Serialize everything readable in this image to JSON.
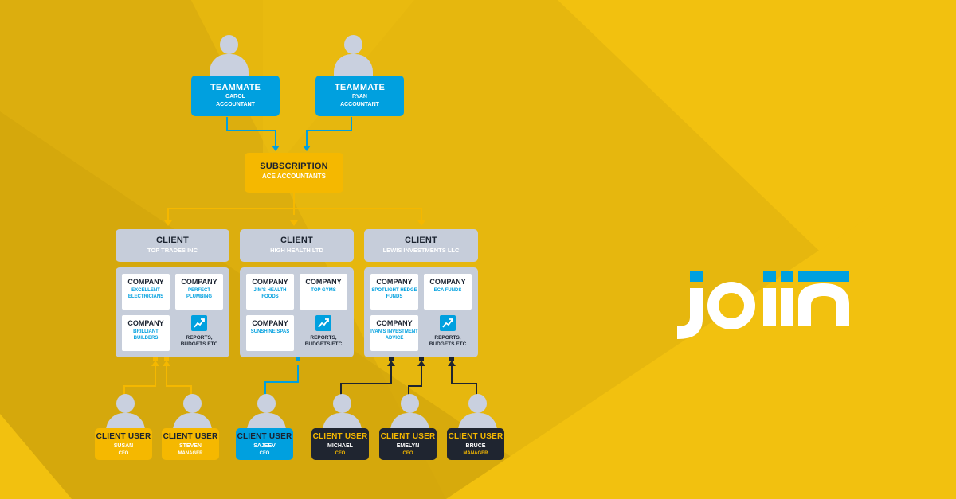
{
  "colors": {
    "yellow": "#f2c10f",
    "dark_yellow": "#dbac0d",
    "blue": "#00a0df",
    "grey": "#c6cdda",
    "navy": "#1f2530",
    "white": "#ffffff"
  },
  "teammates": [
    {
      "role": "TEAMMATE",
      "name": "CAROL",
      "title": "ACCOUNTANT"
    },
    {
      "role": "TEAMMATE",
      "name": "RYAN",
      "title": "ACCOUNTANT"
    }
  ],
  "subscription": {
    "label": "SUBSCRIPTION",
    "name": "ACE ACCOUNTANTS"
  },
  "clients": [
    {
      "label": "CLIENT",
      "name": "TOP TRADES INC",
      "companies": [
        {
          "label": "COMPANY",
          "name": "EXCELLENT ELECTRICIANS"
        },
        {
          "label": "COMPANY",
          "name": "PERFECT PLUMBING"
        },
        {
          "label": "COMPANY",
          "name": "BRILLIANT BUILDERS"
        }
      ],
      "reports": "REPORTS, BUDGETS ETC"
    },
    {
      "label": "CLIENT",
      "name": "HIGH HEALTH LTD",
      "companies": [
        {
          "label": "COMPANY",
          "name": "JIM'S HEALTH FOODS"
        },
        {
          "label": "COMPANY",
          "name": "TOP GYMS"
        },
        {
          "label": "COMPANY",
          "name": "SUNSHINE SPAS"
        }
      ],
      "reports": "REPORTS, BUDGETS ETC"
    },
    {
      "label": "CLIENT",
      "name": "LEWIS INVESTMENTS LLC",
      "companies": [
        {
          "label": "COMPANY",
          "name": "SPOTLIGHT HEDGE FUNDS"
        },
        {
          "label": "COMPANY",
          "name": "ECA FUNDS"
        },
        {
          "label": "COMPANY",
          "name": "IVAN'S INVESTMENT ADVICE"
        }
      ],
      "reports": "REPORTS, BUDGETS ETC"
    }
  ],
  "client_users": [
    {
      "label": "CLIENT USER",
      "name": "SUSAN",
      "title": "CFO"
    },
    {
      "label": "CLIENT USER",
      "name": "STEVEN",
      "title": "MANAGER"
    },
    {
      "label": "CLIENT USER",
      "name": "SAJEEV",
      "title": "CFO"
    },
    {
      "label": "CLIENT USER",
      "name": "MICHAEL",
      "title": "CFO"
    },
    {
      "label": "CLIENT USER",
      "name": "EMELYN",
      "title": "CEO"
    },
    {
      "label": "CLIENT USER",
      "name": "BRUCE",
      "title": "MANAGER"
    }
  ],
  "logo": {
    "text": "joiin"
  }
}
